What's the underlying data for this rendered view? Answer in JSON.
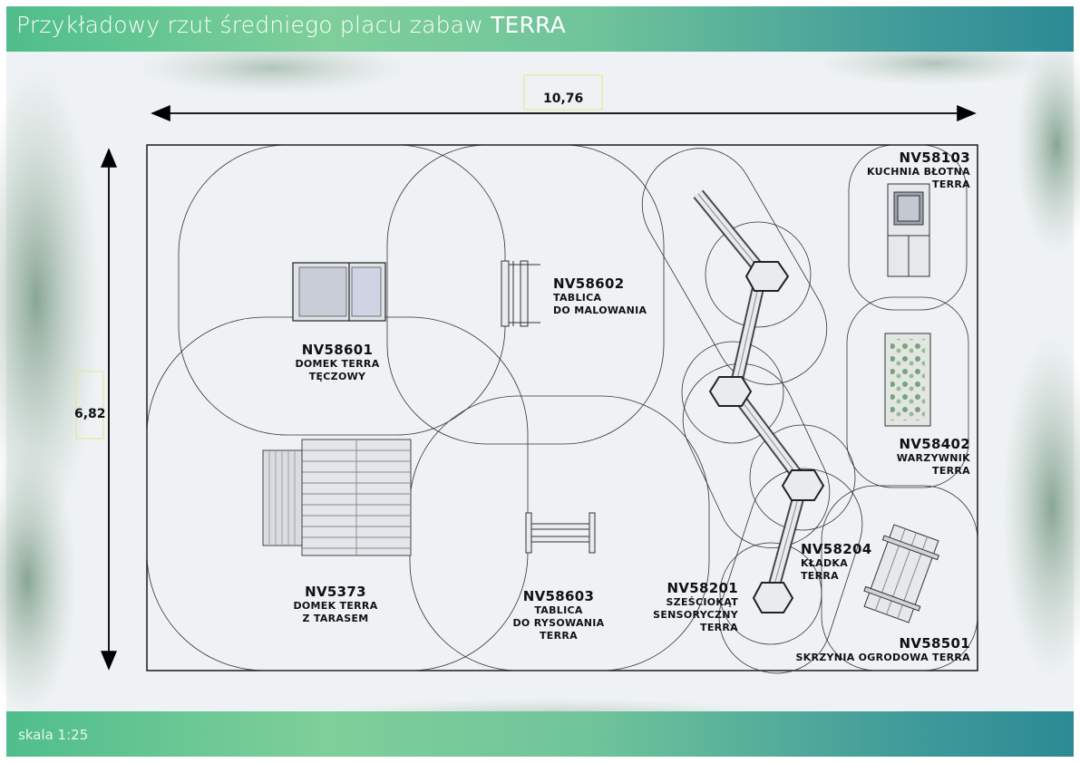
{
  "header": {
    "title_main": "Przykładowy rzut średniego placu zabaw",
    "title_brand": "TERRA"
  },
  "footer": {
    "scale": "skala 1:25"
  },
  "dimensions": {
    "width": "10,76",
    "height": "6,82"
  },
  "products": {
    "domek_teczowy": {
      "code": "NV58601",
      "line1": "DOMEK TERRA",
      "line2": "TĘCZOWY"
    },
    "tablica_malowania": {
      "code": "NV58602",
      "line1": "TABLICA",
      "line2": "DO MALOWANIA"
    },
    "kuchnia": {
      "code": "NV58103",
      "line1": "KUCHNIA BŁOTNA",
      "line2": "TERRA"
    },
    "warzywnik": {
      "code": "NV58402",
      "line1": "WARZYWNIK",
      "line2": "TERRA"
    },
    "domek_taras": {
      "code": "NV5373",
      "line1": "DOMEK TERRA",
      "line2": "Z TARASEM"
    },
    "tablica_rysowania": {
      "code": "NV58603",
      "line1": "TABLICA",
      "line2": "DO RYSOWANIA",
      "line3": "TERRA"
    },
    "szesciokat": {
      "code": "NV58201",
      "line1": "SZEŚCIOKĄT",
      "line2": "SENSORYCZNY",
      "line3": "TERRA"
    },
    "kladka": {
      "code": "NV58204",
      "line1": "KŁADKA",
      "line2": "TERRA"
    },
    "skrzynia": {
      "code": "NV58501",
      "line1": "SKRZYNIA OGRODOWA TERRA"
    }
  },
  "colors": {
    "banner_start": "#4fbe8c",
    "banner_end": "#2b8a94",
    "foliage": "#5f8a6a"
  }
}
